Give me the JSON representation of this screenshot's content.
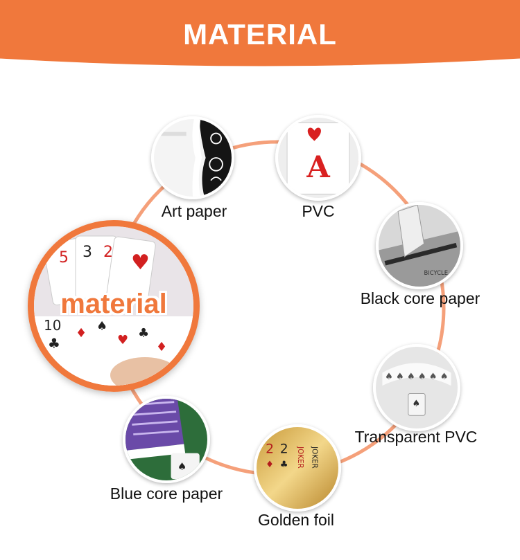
{
  "banner": {
    "title": "MATERIAL",
    "color": "#f0783c"
  },
  "hub": {
    "label": "material"
  },
  "accent_color": "#f0783c",
  "materials": [
    {
      "name": "Art paper"
    },
    {
      "name": "PVC"
    },
    {
      "name": "Black core paper"
    },
    {
      "name": "Transparent PVC"
    },
    {
      "name": "Golden foil"
    },
    {
      "name": "Blue core paper"
    }
  ]
}
